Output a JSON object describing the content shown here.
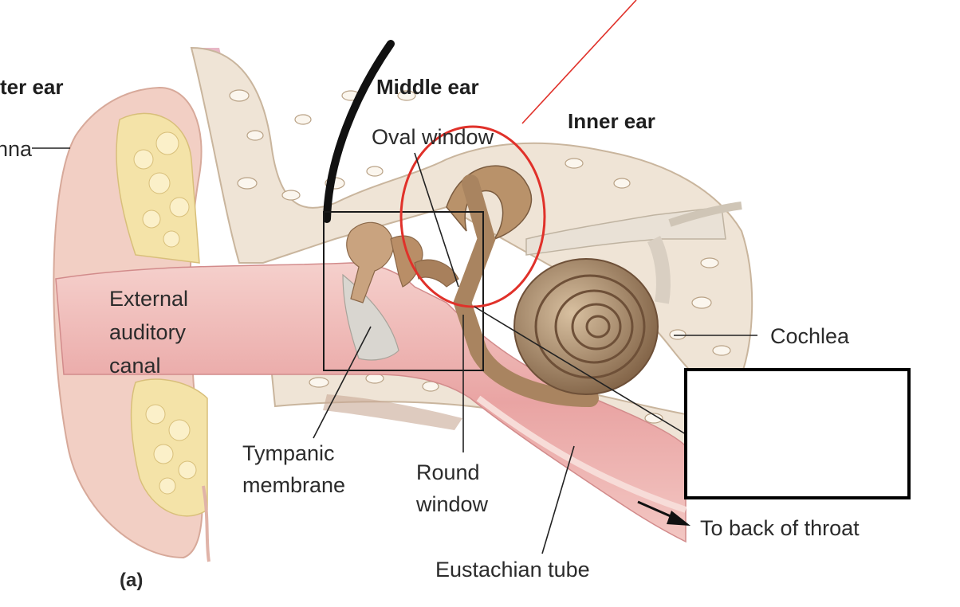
{
  "headers": {
    "outer_ear": "ter ear",
    "middle_ear": "Middle ear",
    "inner_ear": "Inner ear"
  },
  "labels": {
    "pinna": "nna",
    "external_canal": [
      "External",
      "auditory",
      "canal"
    ],
    "oval_window": "Oval window",
    "cochlea": "Cochlea",
    "tympanic_membrane": [
      "Tympanic",
      "membrane"
    ],
    "round_window": [
      "Round",
      "window"
    ],
    "eustachian_tube": "Eustachian tube",
    "to_throat": "To back of throat",
    "panel": "(a)"
  },
  "answer_box": {
    "text": ""
  },
  "colors": {
    "highlight": "#e0312a",
    "skin": "#f0c9c2",
    "canal": "#e8a6a4",
    "bone": "#efe4d6",
    "cartilage": "#f4e3a8",
    "cochlea": "#9c7b5b"
  }
}
